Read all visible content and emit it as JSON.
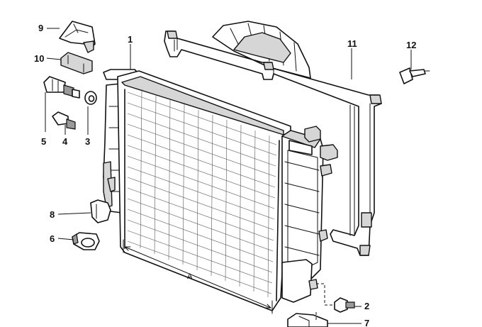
{
  "callouts": {
    "c1": "1",
    "c2": "2",
    "c3": "3",
    "c4": "4",
    "c5": "5",
    "c6": "6",
    "c7": "7",
    "c8": "8",
    "c9": "9",
    "c10": "10",
    "c11": "11",
    "c12": "12"
  },
  "dimension_label": "A"
}
